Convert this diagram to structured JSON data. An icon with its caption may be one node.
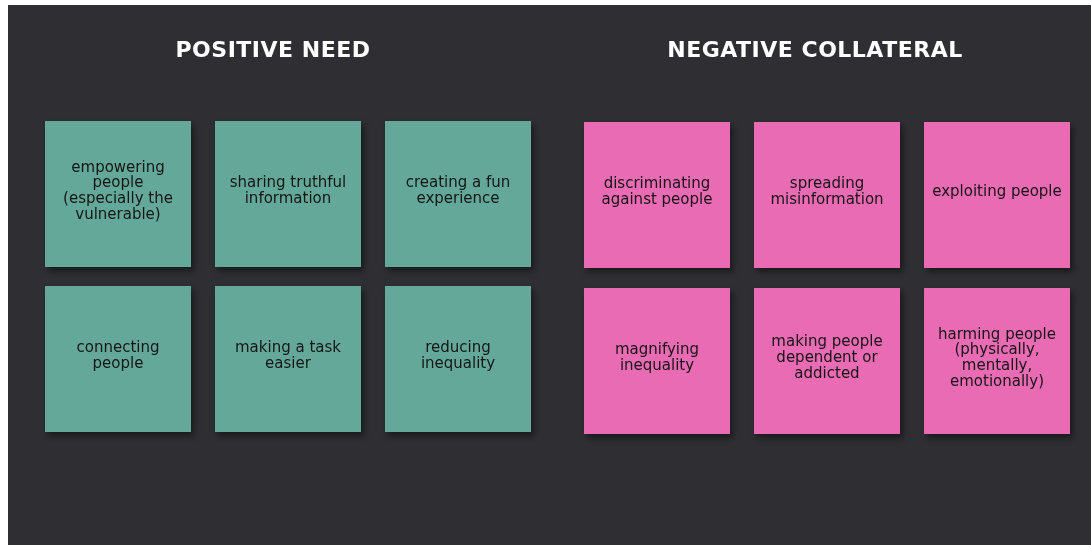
{
  "diagram": {
    "nodes": [
      {
        "text": [
          "empowering people (especially the vulnerable)"
        ]
      },
      {
        "text": [
          "sharing truthful information"
        ]
      },
      {
        "text": [
          "creating a fun experience"
        ]
      },
      {
        "text": [
          "connecting people"
        ]
      },
      {
        "text": [
          "making a task easier"
        ]
      },
      {
        "text": [
          "reducing inequality"
        ]
      },
      {
        "text": [
          "discriminating against people"
        ]
      },
      {
        "text": [
          "spreading misinformation"
        ]
      },
      {
        "text": [
          "exploiting people"
        ]
      },
      {
        "text": [
          "magnifying inequality"
        ]
      },
      {
        "text": [
          "making people dependent or addicted"
        ]
      },
      {
        "text": [
          "harming people (physically, mentally, emotionally)"
        ]
      }
    ],
    "edges": [],
    "labels": [
      "POSITIVE NEED",
      "NEGATIVE COLLATERAL"
    ]
  }
}
